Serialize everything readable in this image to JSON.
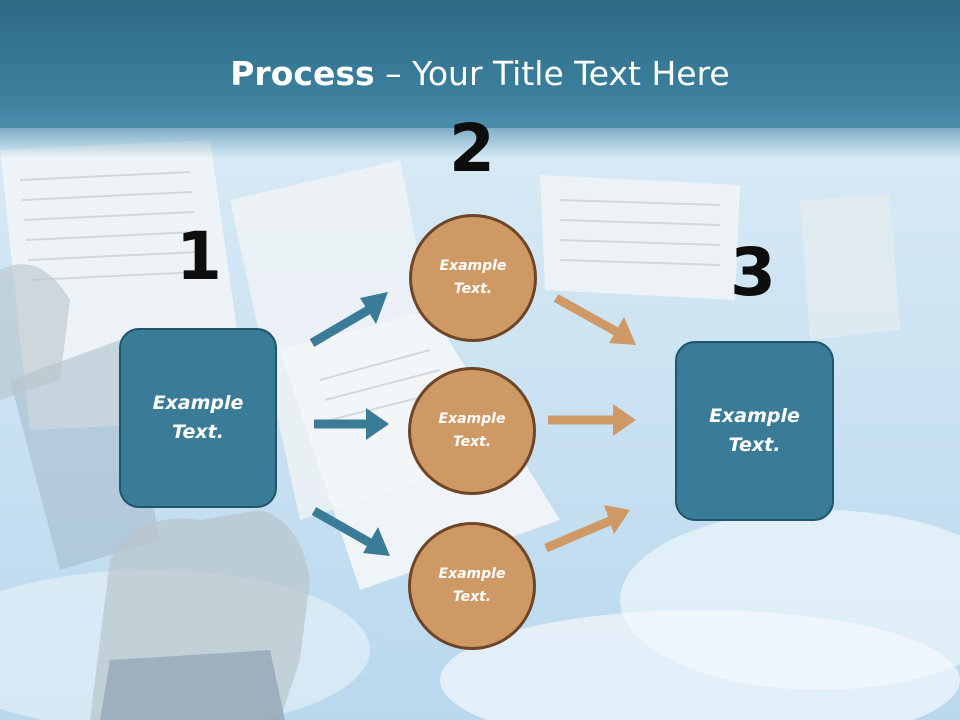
{
  "title": {
    "bold": "Process",
    "rest": " – Your Title Text Here"
  },
  "steps": {
    "n1": "1",
    "n2": "2",
    "n3": "3"
  },
  "left_box": {
    "line1": "Example",
    "line2": "Text."
  },
  "right_box": {
    "line1": "Example",
    "line2": "Text."
  },
  "circles": [
    {
      "line1": "Example",
      "line2": "Text."
    },
    {
      "line1": "Example",
      "line2": "Text."
    },
    {
      "line1": "Example",
      "line2": "Text."
    }
  ],
  "colors": {
    "title_bar": "#3a7e9c",
    "box_fill": "#3a7b98",
    "circle_fill": "#cf9966",
    "blue_arrow": "#3a7b98",
    "orange_arrow": "#cf9966"
  }
}
